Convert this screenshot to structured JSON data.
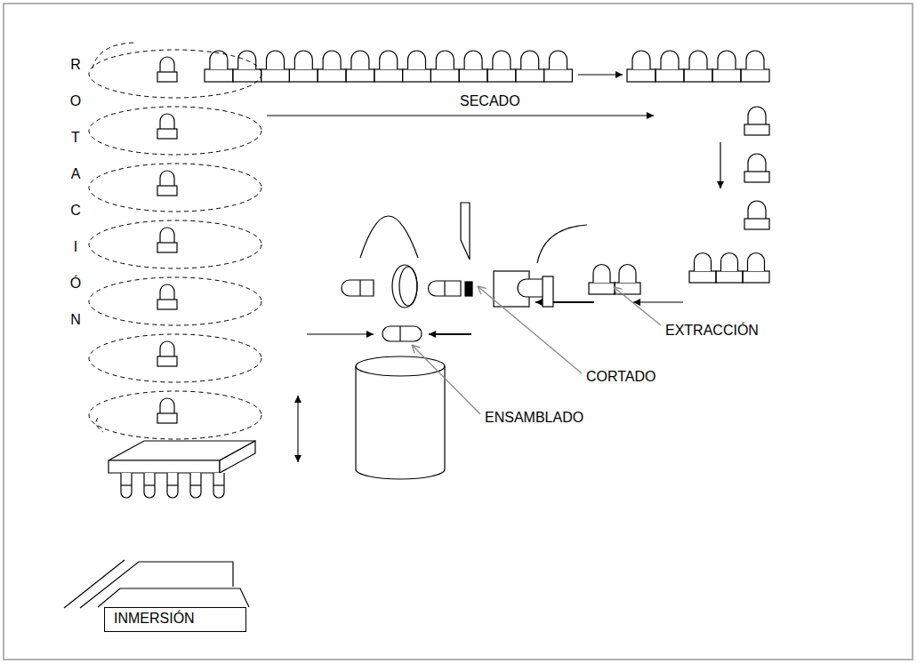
{
  "diagram": {
    "nodes": [
      {
        "text": [
          "INMERSIÓN"
        ]
      }
    ],
    "labels": [
      "SECADO",
      "ROTACIÓN",
      "EXTRACCIÓN",
      "CORTADO",
      "ENSAMBLADO"
    ]
  }
}
